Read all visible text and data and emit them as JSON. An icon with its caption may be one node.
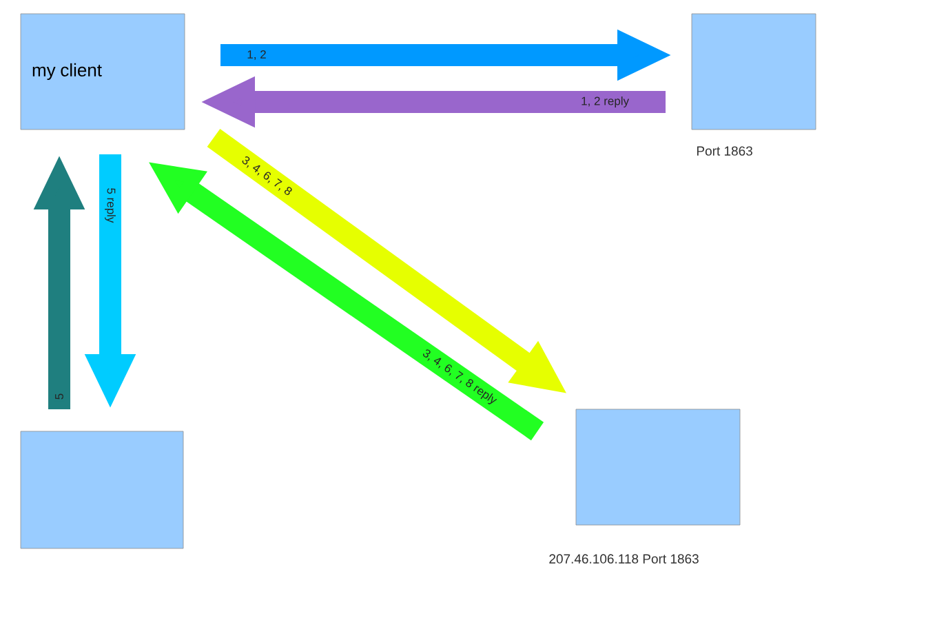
{
  "diagram": {
    "nodes": [
      {
        "text": [
          "my client"
        ]
      },
      {
        "text": [],
        "shape": "box",
        "beside": [
          "Port 1863"
        ]
      },
      {
        "text": [],
        "shape": "box"
      },
      {
        "text": [],
        "shape": "box",
        "beside": [
          "207.46.106.118 Port 1863"
        ]
      }
    ],
    "edges": [
      {
        "from": 0,
        "to": 1,
        "arrow": "to",
        "label": "1, 2",
        "color": "#0099ff"
      },
      {
        "from": 1,
        "to": 0,
        "arrow": "to",
        "label": "1, 2  reply",
        "color": "#9966cc"
      },
      {
        "from": 2,
        "to": 0,
        "arrow": "to",
        "label": "5",
        "color": "#1f7f7f"
      },
      {
        "from": 0,
        "to": 2,
        "arrow": "to",
        "label": "5  reply",
        "color": "#00ccff"
      },
      {
        "from": 0,
        "to": 3,
        "arrow": "to",
        "label": "3, 4, 6, 7, 8",
        "color": "#e6ff00"
      },
      {
        "from": 3,
        "to": 0,
        "arrow": "to",
        "label": "3, 4, 6, 7, 8  reply",
        "color": "#22ff22"
      }
    ]
  }
}
